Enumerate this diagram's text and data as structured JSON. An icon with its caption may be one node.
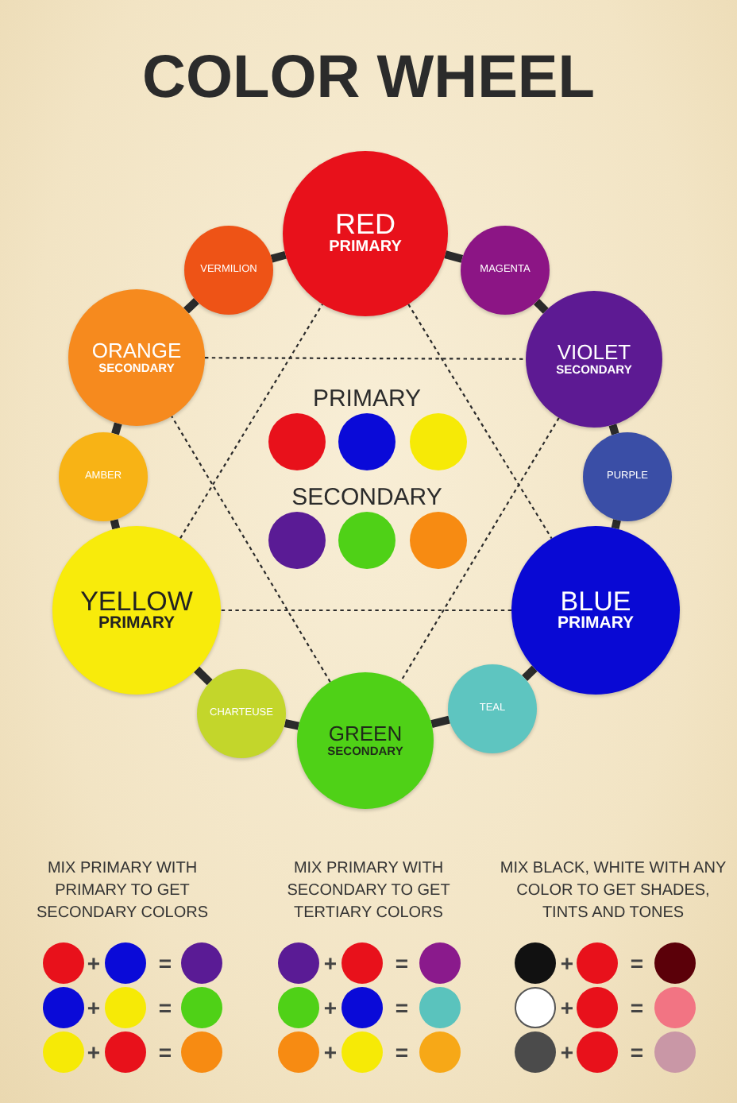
{
  "diagram": {
    "title": "COLOR WHEEL",
    "nodes": [
      {
        "text": [
          "RED",
          "PRIMARY"
        ]
      },
      {
        "text": [
          "VERMILION"
        ]
      },
      {
        "text": [
          "MAGENTA"
        ]
      },
      {
        "text": [
          "ORANGE",
          "SECONDARY"
        ]
      },
      {
        "text": [
          "VIOLET",
          "SECONDARY"
        ]
      },
      {
        "text": [
          "AMBER"
        ]
      },
      {
        "text": [
          "PURPLE"
        ]
      },
      {
        "text": [
          "YELLOW",
          "PRIMARY"
        ]
      },
      {
        "text": [
          "BLUE",
          "PRIMARY"
        ]
      },
      {
        "text": [
          "CHARTEUSE"
        ]
      },
      {
        "text": [
          "TEAL"
        ]
      },
      {
        "text": [
          "GREEN",
          "SECONDARY"
        ]
      }
    ],
    "edges": [
      {
        "from": 0,
        "to": 2,
        "arrow": "none"
      },
      {
        "from": 2,
        "to": 4,
        "arrow": "none"
      },
      {
        "from": 4,
        "to": 6,
        "arrow": "none"
      },
      {
        "from": 6,
        "to": 8,
        "arrow": "none"
      },
      {
        "from": 8,
        "to": 10,
        "arrow": "none"
      },
      {
        "from": 10,
        "to": 11,
        "arrow": "none"
      },
      {
        "from": 11,
        "to": 9,
        "arrow": "none"
      },
      {
        "from": 9,
        "to": 7,
        "arrow": "none"
      },
      {
        "from": 7,
        "to": 5,
        "arrow": "none"
      },
      {
        "from": 5,
        "to": 3,
        "arrow": "none"
      },
      {
        "from": 3,
        "to": 1,
        "arrow": "none"
      },
      {
        "from": 1,
        "to": 0,
        "arrow": "none"
      },
      {
        "from": 3,
        "to": 4,
        "arrow": "none",
        "style": "dashed"
      },
      {
        "from": 4,
        "to": 11,
        "arrow": "none",
        "style": "dashed"
      },
      {
        "from": 11,
        "to": 3,
        "arrow": "none",
        "style": "dashed"
      },
      {
        "from": 0,
        "to": 8,
        "arrow": "none",
        "style": "dashed"
      },
      {
        "from": 8,
        "to": 7,
        "arrow": "none",
        "style": "dashed"
      },
      {
        "from": 7,
        "to": 0,
        "arrow": "none",
        "style": "dashed"
      }
    ],
    "labels": [
      "PRIMARY",
      "SECONDARY",
      "MIX PRIMARY WITH PRIMARY TO GET SECONDARY COLORS",
      "MIX PRIMARY WITH SECONDARY TO GET TERTIARY COLORS",
      "MIX BLACK, WHITE WITH ANY COLOR TO GET SHADES, TINTS AND TONES",
      "+",
      "=",
      "+",
      "=",
      "+",
      "=",
      "+",
      "=",
      "+",
      "=",
      "+",
      "=",
      "+",
      "=",
      "+",
      "=",
      "+",
      "="
    ]
  }
}
